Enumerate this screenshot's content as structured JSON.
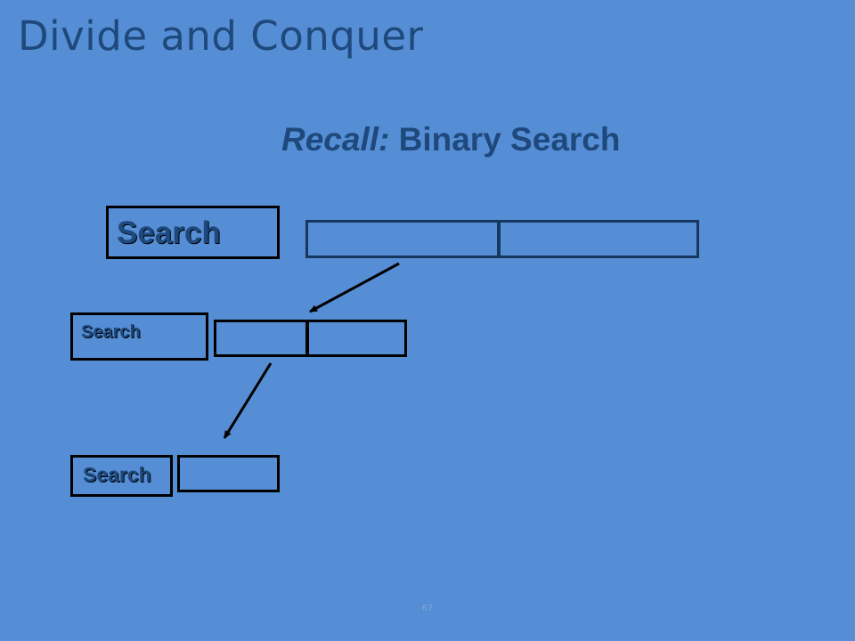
{
  "slide": {
    "title": "Divide and Conquer",
    "subtitle_italic": "Recall:",
    "subtitle_rest": " Binary Search",
    "page_number": "67"
  },
  "levels": [
    {
      "label": "Search",
      "segments": 2
    },
    {
      "label": "Search",
      "segments": 2
    },
    {
      "label": "Search",
      "segments": 1
    }
  ],
  "colors": {
    "background": "#558ed5",
    "title_text": "#1f497d",
    "array_border": "#17375e",
    "box_border": "#000000",
    "arrow": "#000000"
  },
  "icons": [
    "arrow-down-left-icon",
    "arrow-down-left-icon"
  ]
}
